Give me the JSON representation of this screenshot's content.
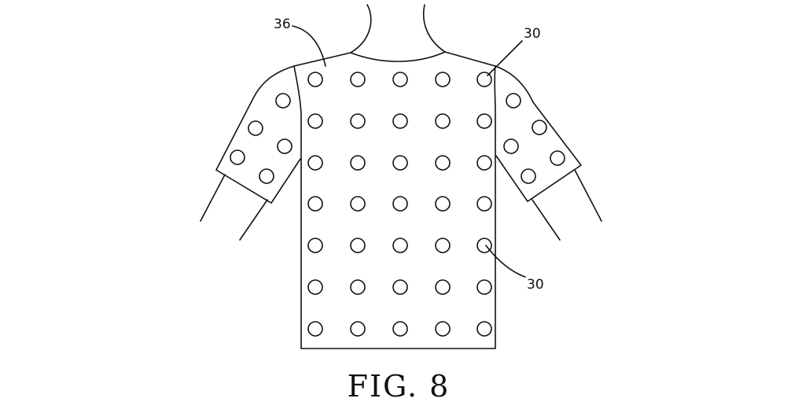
{
  "figure": {
    "caption": "FIG. 8",
    "labels": {
      "collar_ref": "36",
      "top_right_ref": "30",
      "side_ref": "30"
    },
    "colors": {
      "stroke": "#111111",
      "background": "#ffffff"
    }
  }
}
